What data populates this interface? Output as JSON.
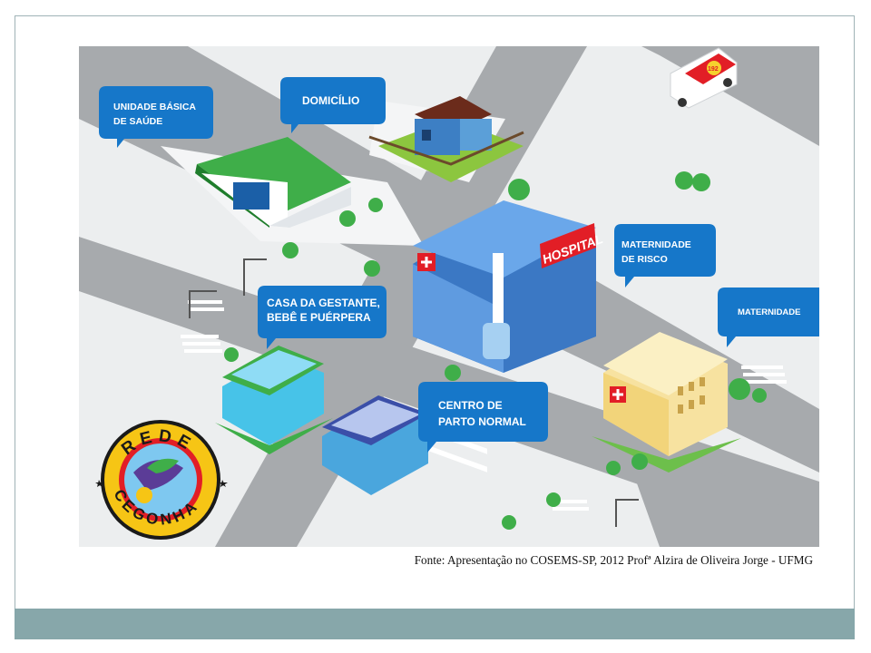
{
  "map": {
    "callouts": {
      "ubs": [
        "UNIDADE BÁSICA",
        "DE SAÚDE"
      ],
      "domicilio": [
        "DOMICÍLIO"
      ],
      "maternidade_risco": [
        "MATERNIDADE",
        "DE RISCO"
      ],
      "maternidade": [
        "MATERNIDADE"
      ],
      "casa_gestante": [
        "CASA DA GESTANTE,",
        "BEBÊ E PUÉRPERA"
      ],
      "centro_parto": [
        "CENTRO DE",
        "PARTO NORMAL"
      ]
    },
    "hospital_sign": "HOSPITAL",
    "ambulance_number": "192",
    "logo": {
      "top_text": "REDE",
      "bottom_text": "CEGONHA"
    }
  },
  "caption": "Fonte: Apresentação no COSEMS-SP, 2012 Profª Alzira de Oliveira Jorge - UFMG",
  "colors": {
    "callout_blue": "#1677c9",
    "footer_band": "#87a7aa",
    "road": "#a7aaad",
    "ground": "#eceeef"
  }
}
